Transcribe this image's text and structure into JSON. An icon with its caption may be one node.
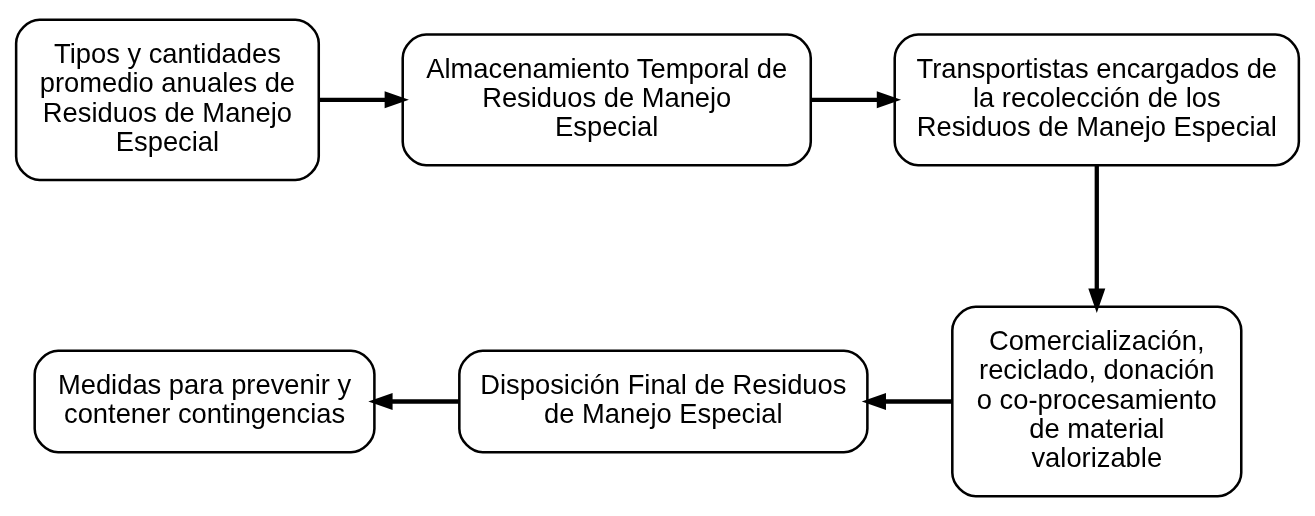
{
  "diagram": {
    "nodes": [
      {
        "text": [
          "Tipos y cantidades promedio anuales de Residuos de Manejo Especial"
        ]
      },
      {
        "text": [
          "Almacenamiento Temporal de Residuos de Manejo Especial"
        ]
      },
      {
        "text": [
          "Transportistas encargados de la recolección de los Residuos de Manejo Especial"
        ]
      },
      {
        "text": [
          "Comercialización, reciclado, donación o co-procesamiento de material valorizable"
        ]
      },
      {
        "text": [
          "Disposición Final de Residuos de Manejo Especial"
        ]
      },
      {
        "text": [
          "Medidas para prevenir y contener contingencias"
        ]
      }
    ],
    "edges": [
      {
        "from": 0,
        "to": 1,
        "arrow": "to"
      },
      {
        "from": 1,
        "to": 2,
        "arrow": "to"
      },
      {
        "from": 2,
        "to": 3,
        "arrow": "to"
      },
      {
        "from": 3,
        "to": 4,
        "arrow": "to"
      },
      {
        "from": 4,
        "to": 5,
        "arrow": "to"
      }
    ]
  }
}
